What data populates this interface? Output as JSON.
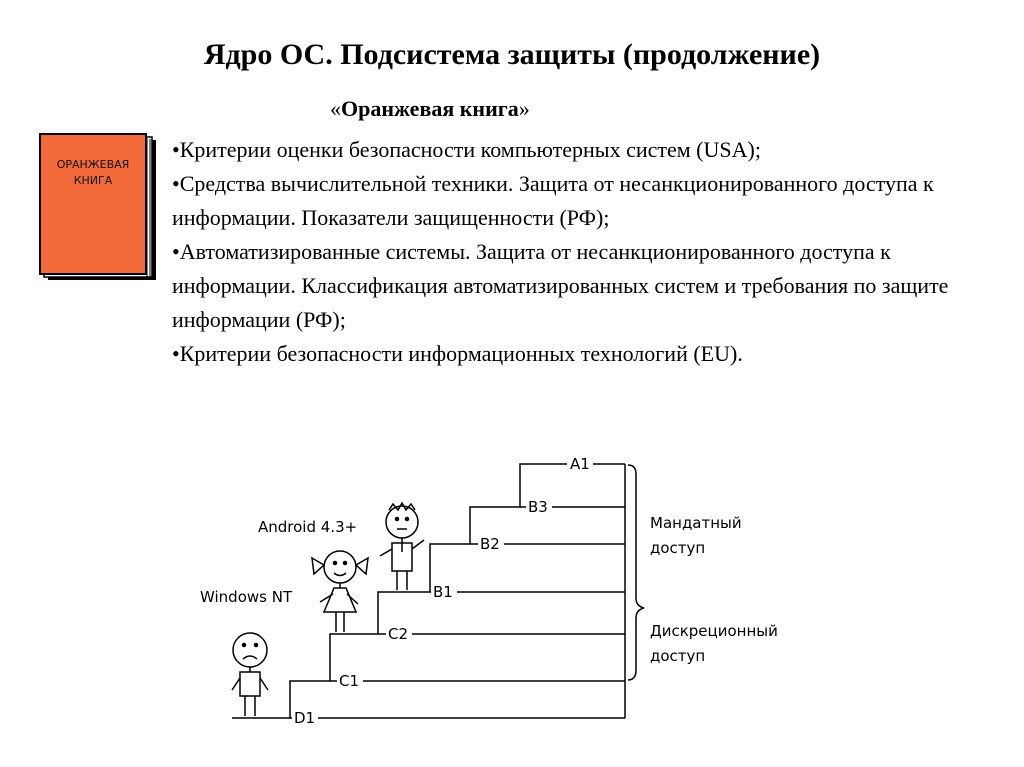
{
  "title": "Ядро ОС. Подсистема защиты (продолжение)",
  "subtitle": {
    "open_quote": "«",
    "text": "Оранжевая книга",
    "close_quote": "»"
  },
  "book": {
    "line1": "ОРАНЖЕВАЯ",
    "line2": "КНИГА",
    "color": "#f26a3a"
  },
  "bullets": [
    "•Критерии оценки безопасности компьютерных систем  (USA);",
    "•Средства вычислительной техники. Защита от несанкционированного доступа к информации. Показатели защищенности (РФ);",
    "•Автоматизированные системы. Защита от несанкционированного доступа к информации. Классификация автоматизированных систем и требования по защите информации (РФ);",
    "•Критерии безопасности информационных технологий (EU)."
  ],
  "diagram": {
    "levels": [
      "A1",
      "B3",
      "B2",
      "B1",
      "C2",
      "C1",
      "D1"
    ],
    "group_mandatory": [
      "Мандатный",
      "доступ"
    ],
    "group_discretionary": [
      "Дискреционный",
      "доступ"
    ],
    "label_android": "Android 4.3+",
    "label_windows": "Windows NT"
  }
}
